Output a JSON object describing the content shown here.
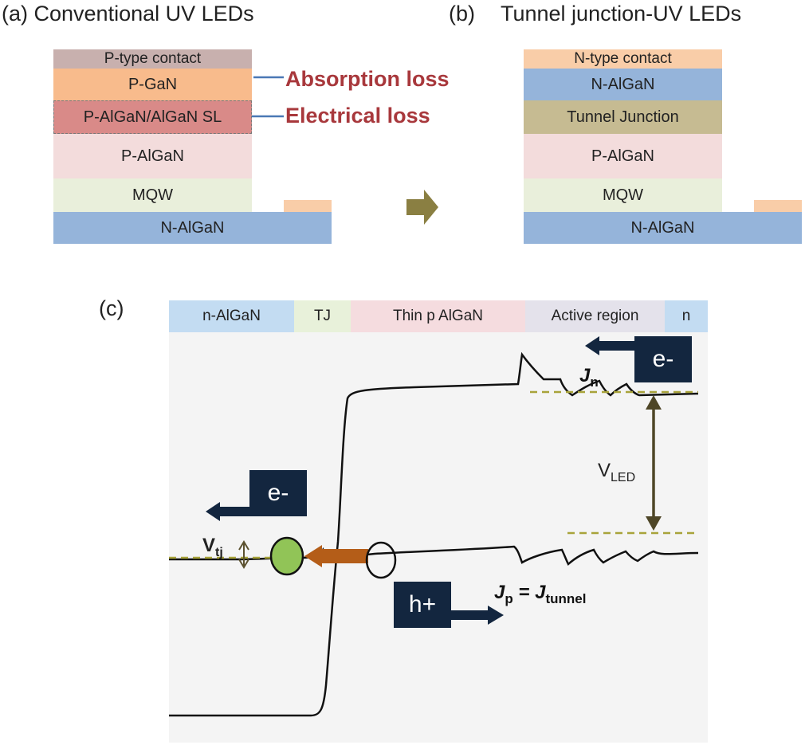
{
  "panel_a": {
    "title": "(a) Conventional UV LEDs",
    "layers": [
      "P-type contact",
      "P-GaN",
      "P-AlGaN/AlGaN SL",
      "P-AlGaN",
      "MQW",
      "N-AlGaN"
    ],
    "losses": [
      "Absorption loss",
      "Electrical loss"
    ]
  },
  "panel_b": {
    "title_prefix": "(b)",
    "title": "Tunnel junction-UV LEDs",
    "layers": [
      "N-type contact",
      "N-AlGaN",
      "Tunnel Junction",
      "P-AlGaN",
      "MQW",
      "N-AlGaN"
    ]
  },
  "panel_c": {
    "label": "(c)",
    "bands": [
      "n-AlGaN",
      "TJ",
      "Thin p AlGaN",
      "Active region",
      "n"
    ],
    "electron_box": "e-",
    "hole_box": "h+",
    "jn": {
      "main": "J",
      "sub": "n"
    },
    "jp": {
      "main": "J",
      "sub": "p",
      "eq": " = ",
      "main2": "J",
      "sub2": "tunnel"
    },
    "vled": {
      "main": "V",
      "sub": "LED"
    },
    "vtj": {
      "main": "V",
      "sub": "tj"
    }
  },
  "colors": {
    "p_contact": "#c8b0ae",
    "p_gan": "#f8bb8c",
    "sl": "#d98a88",
    "p_algan": "#f3dcdc",
    "mqw": "#e9efdb",
    "n_algan": "#95b4da",
    "n_contact": "#f9cda8",
    "tunnel": "#c6bb92",
    "loss_text": "#a8383c",
    "dark_box": "#13263f",
    "arrow_olive": "#8a7f42",
    "dash": "#a8a33a",
    "hole_arrow": "#b45d18",
    "green": "#91c457"
  }
}
